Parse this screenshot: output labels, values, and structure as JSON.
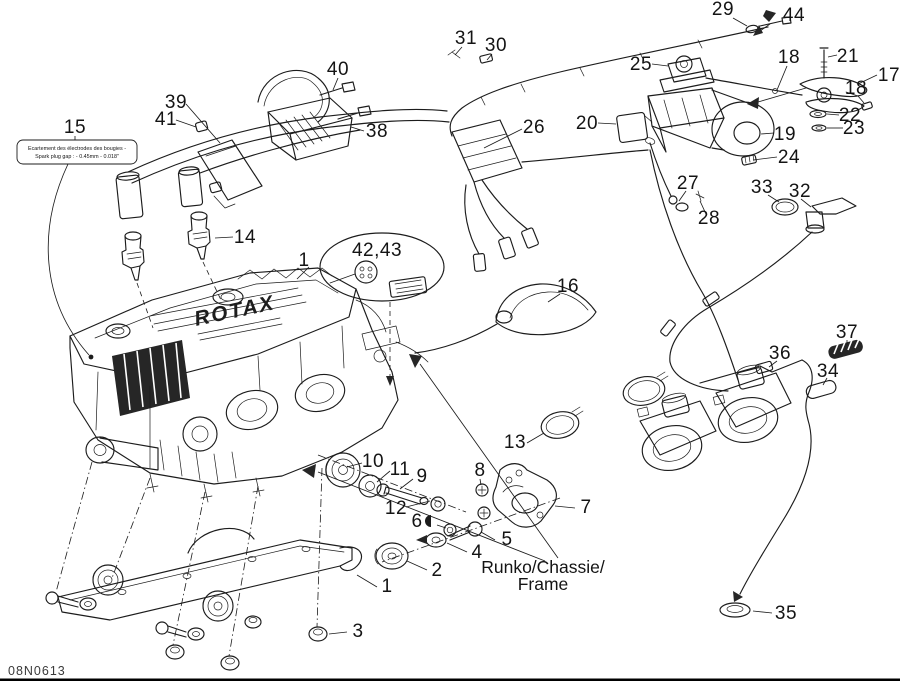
{
  "doc_code": "08N0613",
  "engine_logo": "ROTAX",
  "note_box": {
    "line1": "Ecartement des électrodes des bougies -",
    "line2": "Spark plug gap :  -  0.45mm - 0.018\""
  },
  "frame_label": {
    "line1": "Runko/Chassie/",
    "line2": "Frame"
  },
  "callouts": [
    {
      "label": "15"
    },
    {
      "label": "39"
    },
    {
      "label": "41"
    },
    {
      "label": "40"
    },
    {
      "label": "38"
    },
    {
      "label": "31"
    },
    {
      "label": "30"
    },
    {
      "label": "29"
    },
    {
      "label": "44"
    },
    {
      "label": "25"
    },
    {
      "label": "21"
    },
    {
      "label": "18"
    },
    {
      "label": "17"
    },
    {
      "label": "18"
    },
    {
      "label": "22"
    },
    {
      "label": "23"
    },
    {
      "label": "19"
    },
    {
      "label": "24"
    },
    {
      "label": "20"
    },
    {
      "label": "26"
    },
    {
      "label": "14"
    },
    {
      "label": "1"
    },
    {
      "label": "42,43"
    },
    {
      "label": "16"
    },
    {
      "label": "27"
    },
    {
      "label": "28"
    },
    {
      "label": "33"
    },
    {
      "label": "32"
    },
    {
      "label": "37"
    },
    {
      "label": "36"
    },
    {
      "label": "34"
    },
    {
      "label": "13"
    },
    {
      "label": "10"
    },
    {
      "label": "11"
    },
    {
      "label": "9"
    },
    {
      "label": "8"
    },
    {
      "label": "12"
    },
    {
      "label": "7"
    },
    {
      "label": "6"
    },
    {
      "label": "5"
    },
    {
      "label": "4"
    },
    {
      "label": "2"
    },
    {
      "label": "1"
    },
    {
      "label": "3"
    },
    {
      "label": "35"
    }
  ]
}
